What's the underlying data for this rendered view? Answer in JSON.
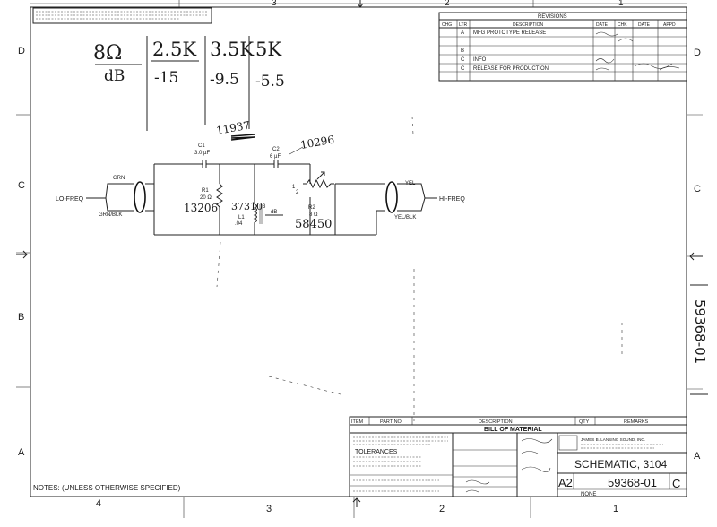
{
  "zones": {
    "top": [
      "3",
      "2",
      "1"
    ],
    "bottom": [
      "4",
      "3",
      "2",
      "1"
    ],
    "left": [
      "D",
      "C",
      "B",
      "A"
    ],
    "right": [
      "D",
      "C",
      "A"
    ]
  },
  "revisions": {
    "title": "REVISIONS",
    "headers": [
      "CHG",
      "LTR",
      "DESCRIPTION",
      "DATE",
      "CHK",
      "DATE",
      "APPD"
    ],
    "rows": [
      {
        "ltr": "A",
        "description": "MFG PROTOTYPE RELEASE"
      },
      {
        "ltr": "B",
        "description": ""
      },
      {
        "ltr": "C",
        "description": "INFO"
      },
      {
        "ltr": "C",
        "description": "RELEASE FOR PRODUCTION"
      }
    ]
  },
  "handwritten_table": {
    "row_labels": [
      "8Ω",
      "dB"
    ],
    "columns": [
      {
        "top": "2.5K",
        "bottom": "-15"
      },
      {
        "top": "3.5K",
        "bottom": "-9.5"
      },
      {
        "top": "5K",
        "bottom": "-5.5"
      }
    ]
  },
  "schematic": {
    "c1_label": "C1",
    "c1_value": "3.0 µF",
    "c1_note": "11937",
    "c2_label": "C2",
    "c2_value": "6 µF",
    "c2_note": "10296",
    "r1_label": "R1",
    "r1_value": "20 Ω",
    "r1_note": "13206",
    "l1_label": "L1",
    "l1_value": ".04",
    "l1_note": "37310",
    "r2_label": "R2",
    "r2_value": "8 Ω",
    "r2_note": "58450",
    "db_mark": "-dB",
    "tap_1": "1",
    "tap_2": "2",
    "tap_3": "3",
    "grn": "GRN",
    "grn_blk": "GRN/BLK",
    "lo_freq": "LO-FREQ",
    "yel": "YEL",
    "yel_blk": "YEL/BLK",
    "hi_freq": "HI-FREQ"
  },
  "bom": {
    "headers": [
      "ITEM",
      "PART NO.",
      "DESCRIPTION",
      "QTY",
      "REMARKS"
    ],
    "title": "BILL OF MATERIAL",
    "tolerances": "TOLERANCES",
    "company": "JAMES B. LANSING SOUND, INC.",
    "drawing_title": "SCHEMATIC, 3104",
    "size": "A2",
    "drawing_no": "59368-01",
    "rev": "C",
    "scale": "NONE"
  },
  "notes": "NOTES: (UNLESS OTHERWISE SPECIFIED)",
  "side_number": "59368-01"
}
